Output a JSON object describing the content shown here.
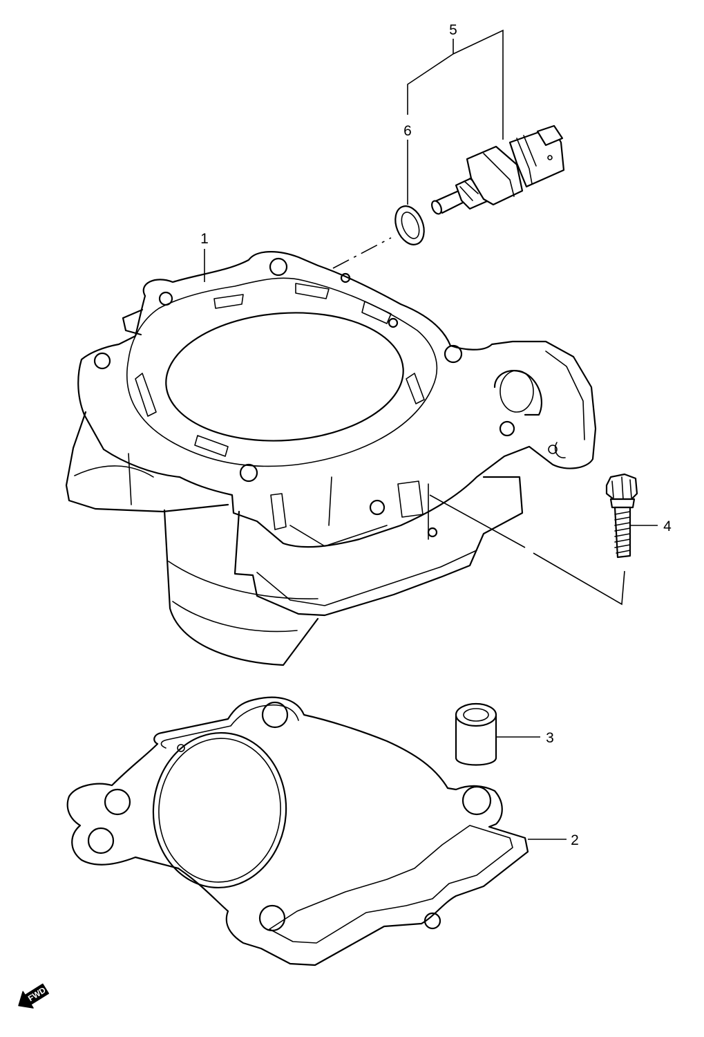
{
  "callouts": {
    "c1": "1",
    "c2": "2",
    "c3": "3",
    "c4": "4",
    "c5": "5",
    "c6": "6"
  },
  "fwd_label": "FWD",
  "icons": {
    "fwd_arrow": "fwd-arrow-icon"
  }
}
